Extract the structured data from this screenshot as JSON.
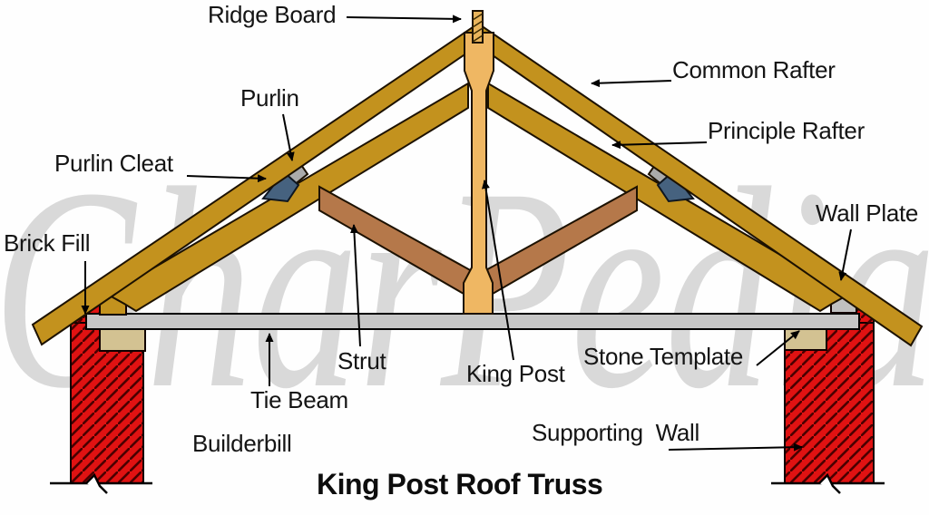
{
  "title": "King Post Roof Truss",
  "watermark": "GharPedia",
  "credit": "Builderbill",
  "labels": {
    "ridge_board": "Ridge Board",
    "common_rafter": "Common Rafter",
    "purlin": "Purlin",
    "principle_rafter": "Principle Rafter",
    "purlin_cleat": "Purlin Cleat",
    "wall_plate": "Wall Plate",
    "brick_fill": "Brick Fill",
    "strut": "Strut",
    "king_post": "King Post",
    "stone_template": "Stone Template",
    "tie_beam": "Tie Beam",
    "supporting_wall": "Supporting  Wall"
  },
  "colors": {
    "rafter": "#C3921E",
    "king_post": "#EFB763",
    "ridge_board": "#E9B45C",
    "strut": "#B5784A",
    "tie_beam": "#C6C6C6",
    "stone_template": "#D3C292",
    "wall_red": "#E01212",
    "purlin": "#ABABAB",
    "purlin_cleat": "#46627F",
    "wall_plate": "#C3921E",
    "wall_plate_right": "#C0C0C0",
    "outline": "#1C1100",
    "watermark": "#D9D9D9"
  }
}
